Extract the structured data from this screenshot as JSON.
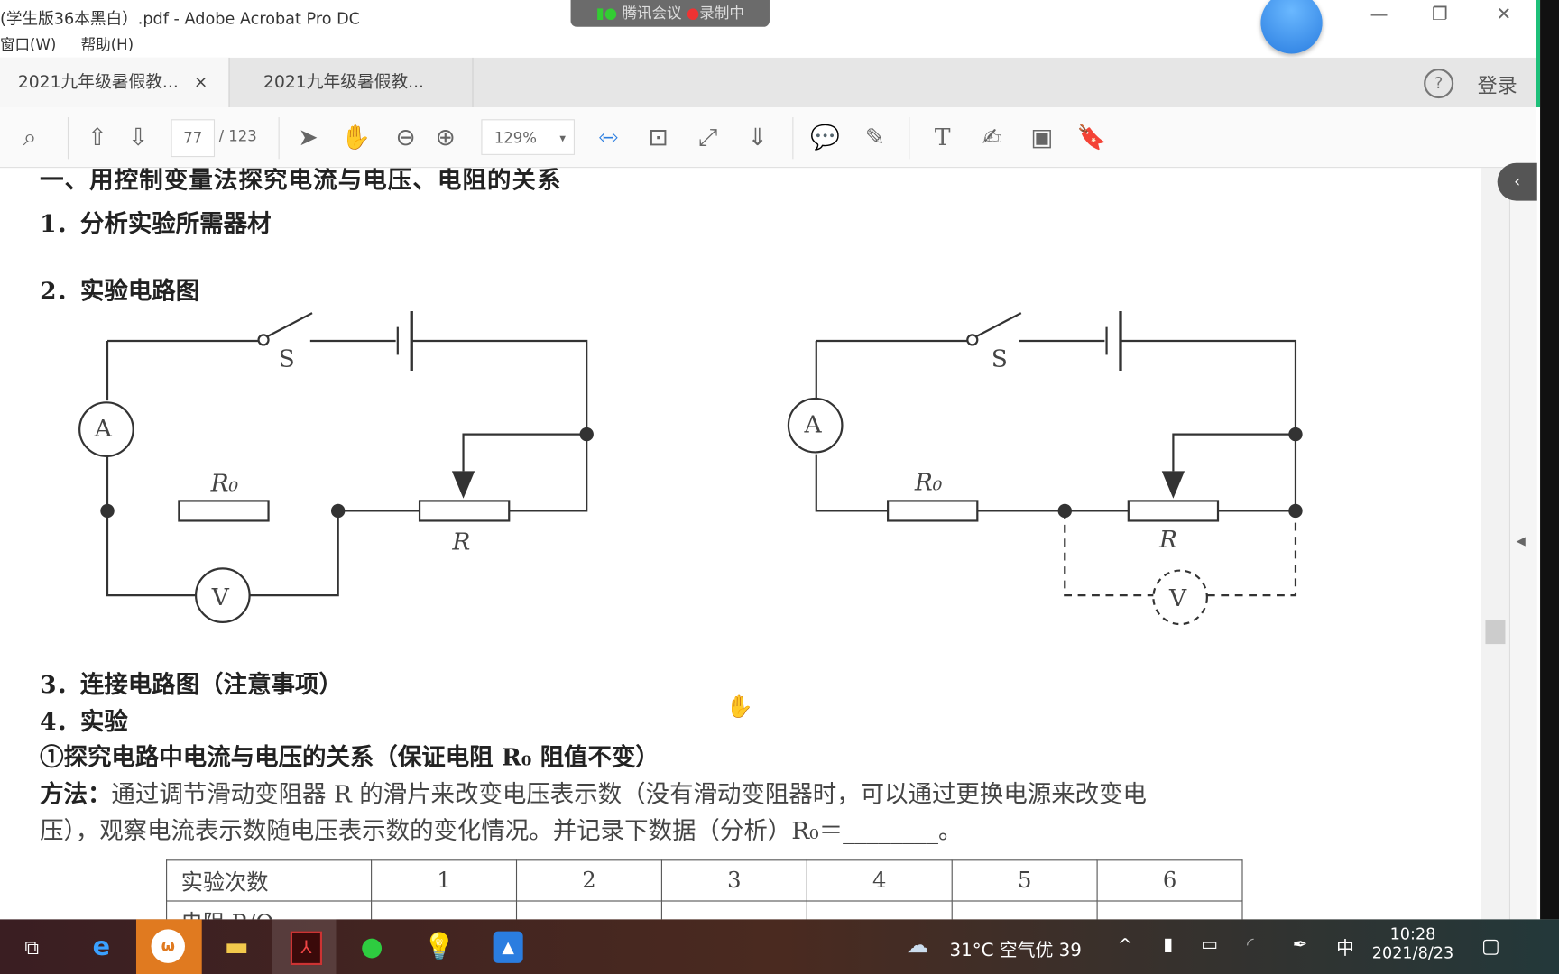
{
  "window": {
    "title": "(学生版36本黑白）.pdf - Adobe Acrobat Pro DC",
    "menu": [
      "窗口(W)",
      "帮助(H)"
    ],
    "meeting_app": "腾讯会议",
    "recording": "录制中",
    "minimize": "—",
    "restore": "❐",
    "close": "✕"
  },
  "tabs": [
    {
      "label": "2021九年级暑假教...",
      "close": "×",
      "active": true
    },
    {
      "label": "2021九年级暑假教...",
      "active": false
    }
  ],
  "tabbar": {
    "help": "?",
    "login": "登录"
  },
  "toolbar": {
    "page_current": "77",
    "page_total": "/ 123",
    "zoom": "129%",
    "zoom_arrow": "▾"
  },
  "document": {
    "heading_partial": "一、用控制变量法探究电流与电压、电阻的关系",
    "items": [
      "1．分析实验所需器材",
      "2．实验电路图",
      "3．连接电路图（注意事项）",
      "4．实验"
    ],
    "sub1": "①探究电路中电流与电压的关系（保证电阻 R₀ 阻值不变）",
    "method_label": "方法：",
    "method_line1": "通过调节滑动变阻器 R 的滑片来改变电压表示数（没有滑动变阻器时，可以通过更换电源来改变电",
    "method_line2": "压），观察电流表示数随电压表示数的变化情况。并记录下数据（分析）R₀＝________。",
    "circuit_labels": {
      "switch": "S",
      "ammeter": "A",
      "voltmeter": "V",
      "fixed_resistor": "R₀",
      "rheostat": "R"
    },
    "table": {
      "header": [
        "实验次数",
        "1",
        "2",
        "3",
        "4",
        "5",
        "6"
      ],
      "row2_label": "电阻 R/Ω"
    }
  },
  "taskbar": {
    "weather": "31°C 空气优 39",
    "ime": "中",
    "time": "10:28",
    "date": "2021/8/23",
    "tray_up": "^"
  }
}
